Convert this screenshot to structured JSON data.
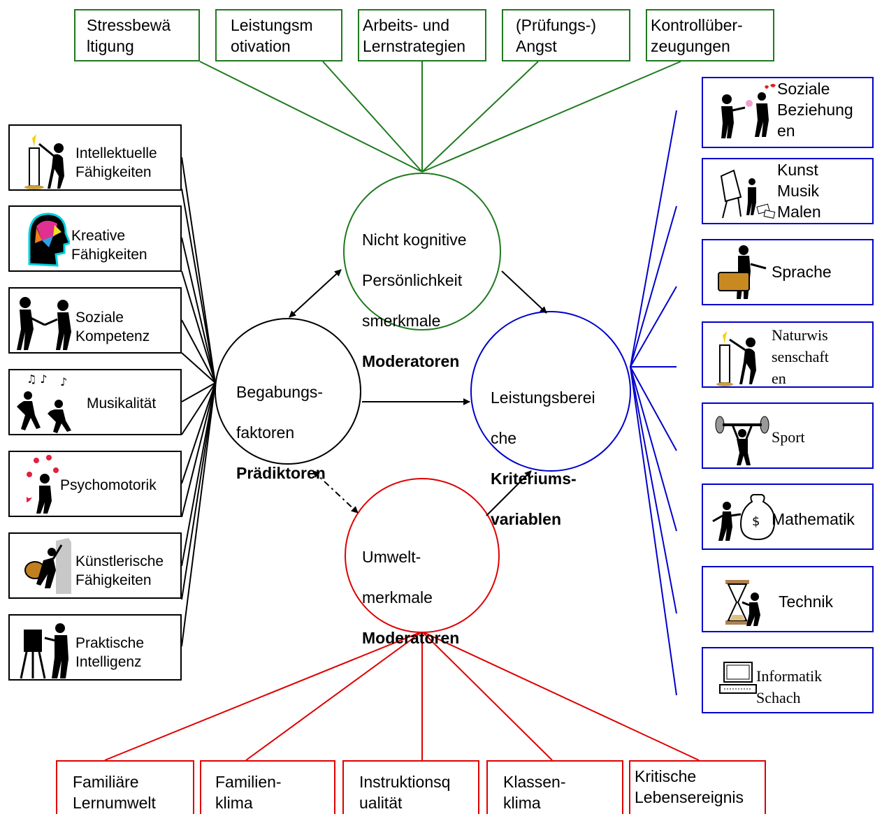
{
  "top_boxes": [
    {
      "label": "Stressbewä\nltigung"
    },
    {
      "label": "Leistungsm\notivation"
    },
    {
      "label": "Arbeits- und\nLernstrategien"
    },
    {
      "label": "(Prüfungs-)\nAngst"
    },
    {
      "label": "Kontrollüber-\nzeugungen"
    }
  ],
  "left_boxes": [
    {
      "label": "Intellektuelle\nFähigkeiten",
      "icon": "candle-figure-icon"
    },
    {
      "label": "Kreative\nFähigkeiten",
      "icon": "colorful-head-icon"
    },
    {
      "label": "Soziale\nKompetenz",
      "icon": "handshake-icon"
    },
    {
      "label": "Musikalität",
      "icon": "dancing-figures-icon"
    },
    {
      "label": "Psychomotorik",
      "icon": "juggler-icon"
    },
    {
      "label": "Künstlerische\nFähigkeiten",
      "icon": "climber-icon"
    },
    {
      "label": "Praktische\nIntelligenz",
      "icon": "painter-easel-icon"
    }
  ],
  "right_boxes": [
    {
      "label": "Soziale\nBeziehung\nen",
      "icon": "couple-flower-icon"
    },
    {
      "label": "Kunst\nMusik\nMalen",
      "icon": "artist-easel-icon"
    },
    {
      "label": "Sprache",
      "icon": "suitcase-figure-icon"
    },
    {
      "label": "Naturwis\nsenschaft\nen",
      "icon": "candle-figure-icon"
    },
    {
      "label": "Sport",
      "icon": "weightlifter-icon"
    },
    {
      "label": "Mathematik",
      "icon": "money-bag-icon"
    },
    {
      "label": "Technik",
      "icon": "hourglass-icon"
    },
    {
      "label": "Informatik\nSchach",
      "icon": "computer-icon"
    }
  ],
  "bottom_boxes": [
    {
      "label": "Familiäre\nLernumwelt"
    },
    {
      "label": "Familien-\nklima"
    },
    {
      "label": "Instruktionsq\nualität"
    },
    {
      "label": "Klassen-\nklima"
    },
    {
      "label": "Kritische\nLebensereignis"
    }
  ],
  "circles": {
    "top": {
      "line1": "Nicht kognitive",
      "line2": "Persönlichkeit",
      "line3": "smerkmale",
      "bold": "Moderatoren"
    },
    "left": {
      "line1": "Begabungs-",
      "line2": "faktoren",
      "bold": "Prädiktoren"
    },
    "right": {
      "line1": "Leistungsberei",
      "line2": "che",
      "bold1": "Kriteriums-",
      "bold2": "variablen"
    },
    "bottom": {
      "line1": "Umwelt-",
      "line2": "merkmale",
      "bold": "Moderatoren"
    }
  },
  "colors": {
    "green": "#1f7a1f",
    "blue": "#0000cc",
    "red": "#e00000",
    "black": "#000000"
  }
}
